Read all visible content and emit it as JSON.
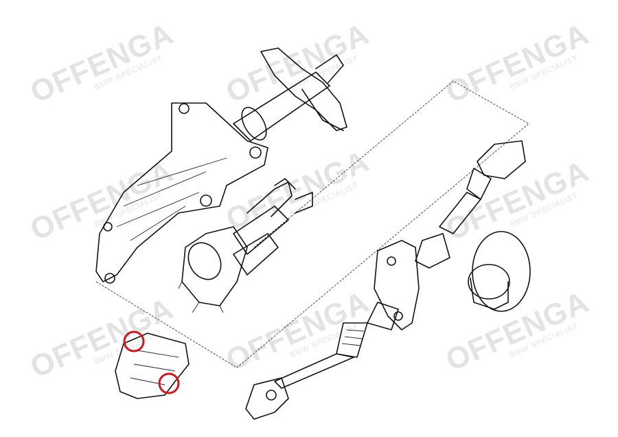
{
  "watermark": {
    "brand": "OFFENGA",
    "subtitle": "BMW SPECIALIST"
  },
  "highlight_color": "#d0151b",
  "parts": [
    "steering-column",
    "column-adjust-motor-assembly",
    "lower-steering-shaft",
    "bulkhead-grommet",
    "mounting-bracket"
  ]
}
